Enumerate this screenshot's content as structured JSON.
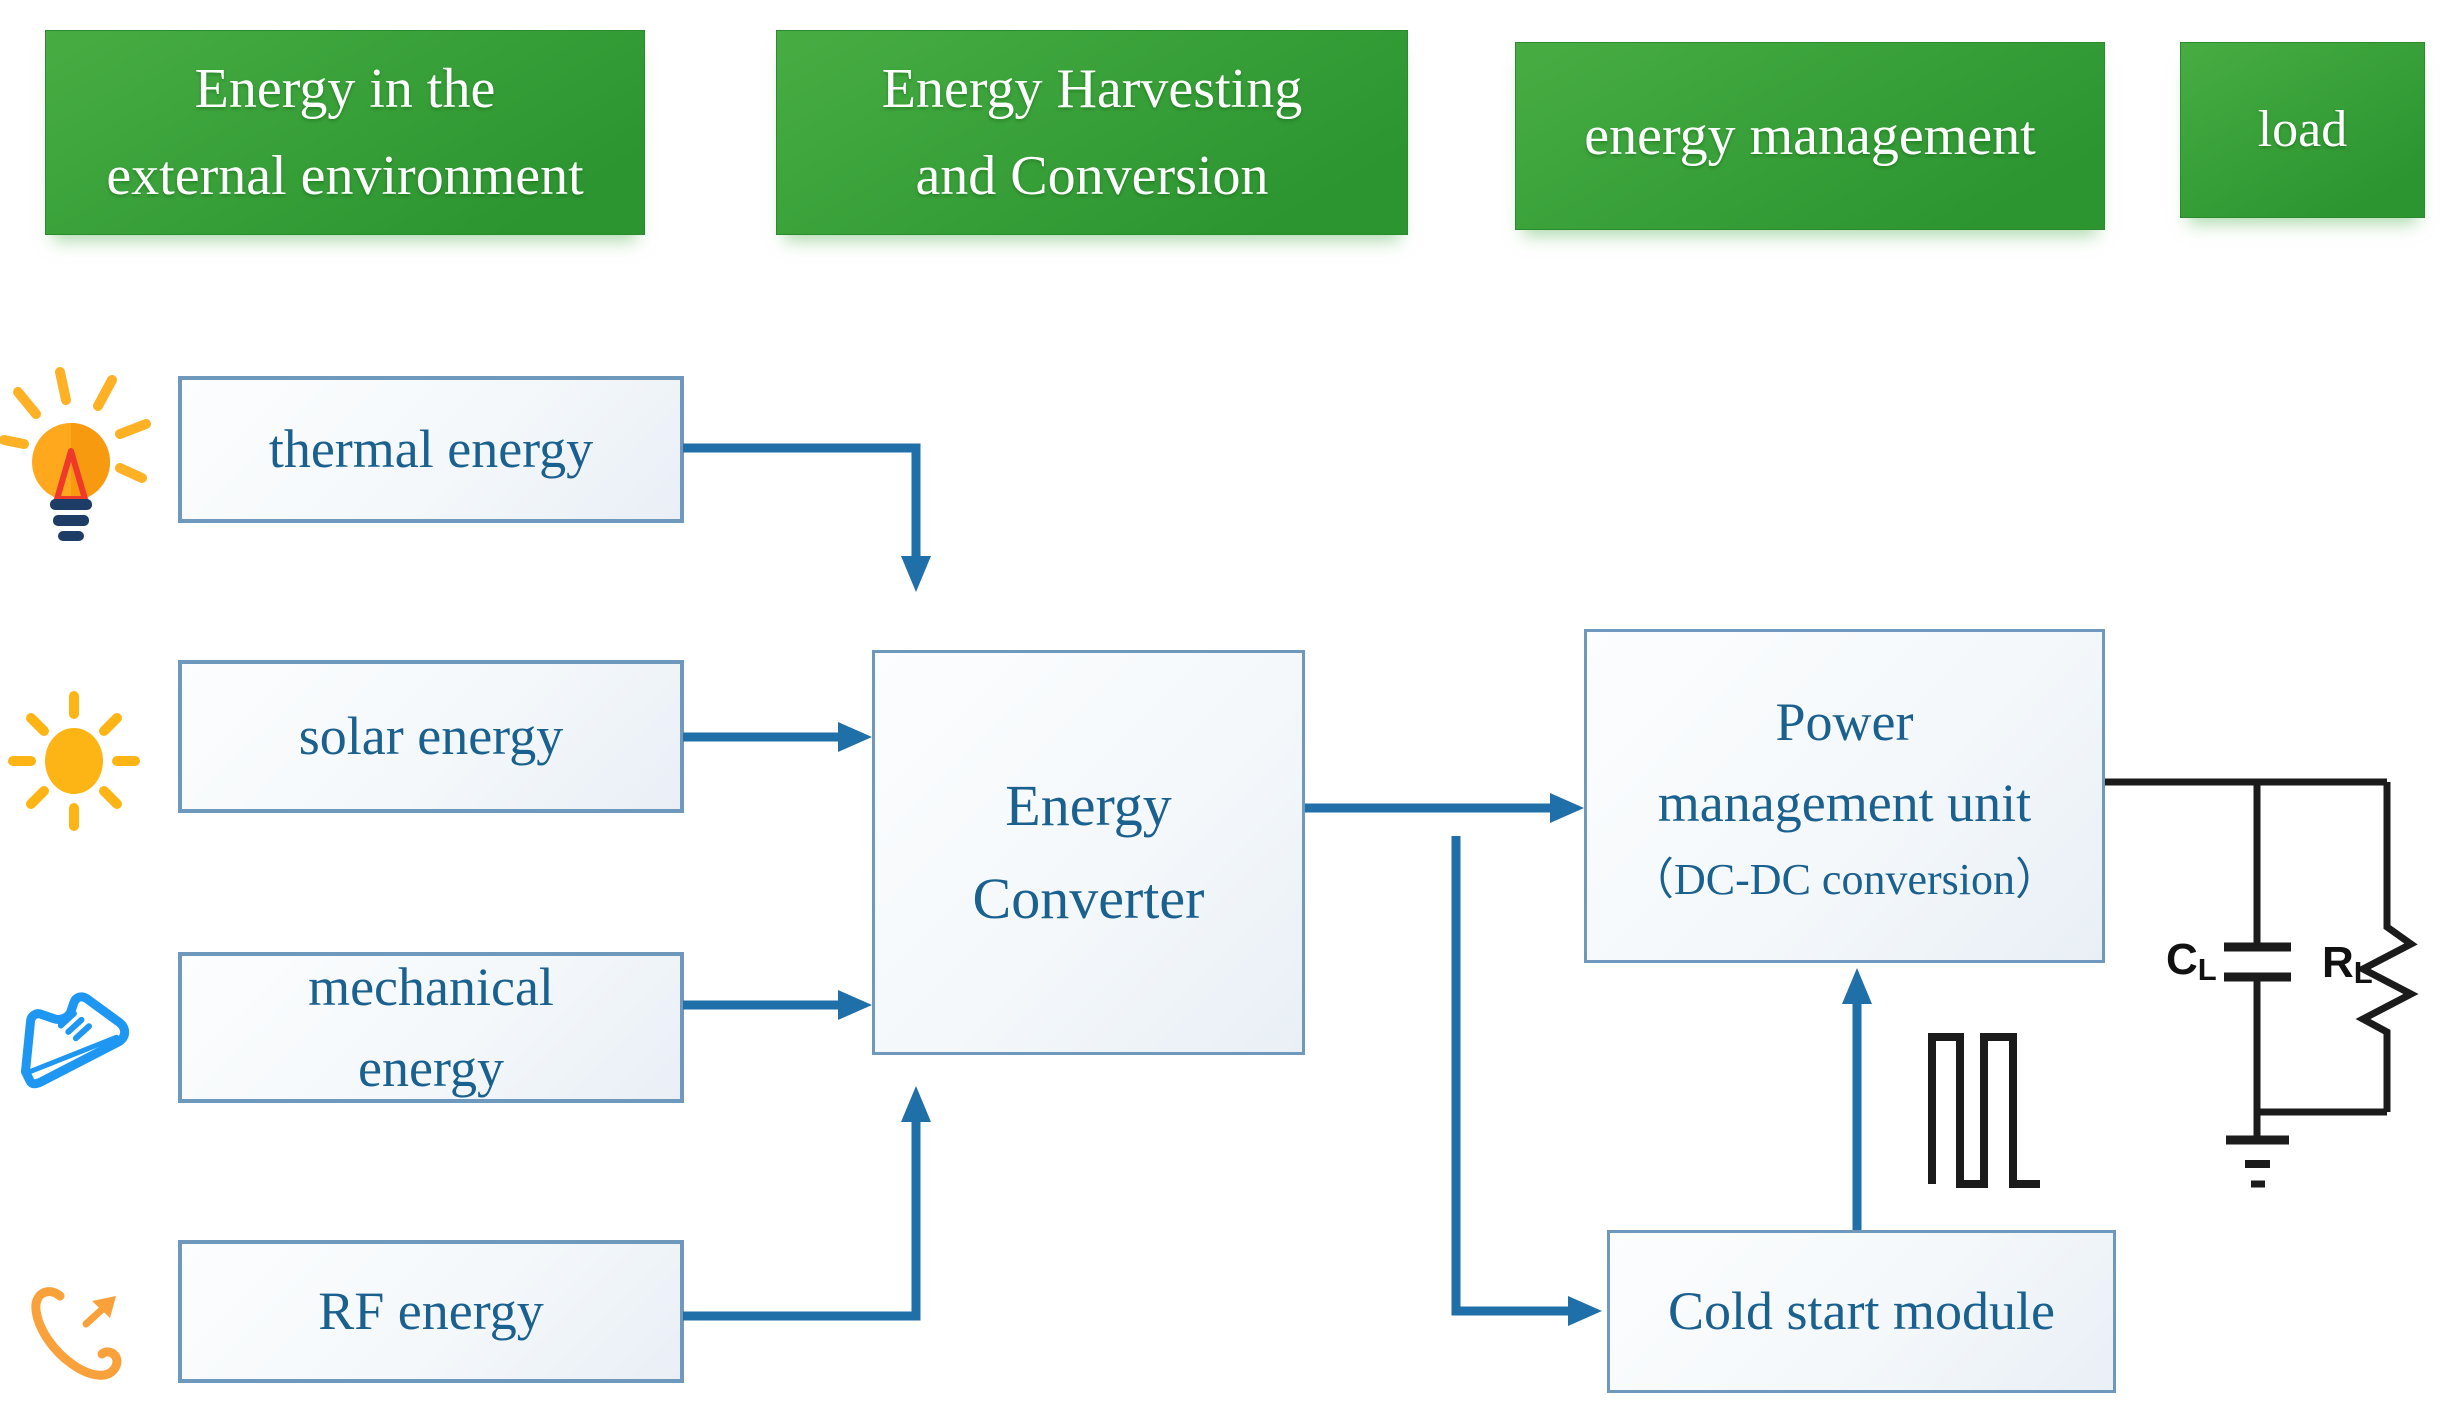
{
  "colors": {
    "header_green_light": "#47ad43",
    "header_green_dark": "#2c9530",
    "arrow_blue": "#1f6fa8",
    "box_border": "#6f98bd",
    "box_fill": "#f4f8fb",
    "text_blue": "#1b618f",
    "wire_black": "#1b1b1b",
    "bulb_orange": "#ffa81e",
    "sun_yellow": "#fdb515",
    "shoe_blue": "#1e97f3",
    "phone_orange": "#f9a13b",
    "filament_red": "#ef392b",
    "base_navy": "#1d3c66"
  },
  "headers": {
    "environment": "Energy in the\nexternal environment",
    "harvesting": "Energy Harvesting\nand Conversion",
    "management": "energy management",
    "load": "load"
  },
  "sources": {
    "thermal": "thermal energy",
    "solar": "solar energy",
    "mechanical": "mechanical\nenergy",
    "rf": "RF energy"
  },
  "converter": {
    "label": "Energy\nConverter"
  },
  "pmu": {
    "title": "Power\nmanagement unit",
    "subtitle": "（DC-DC conversion）"
  },
  "cold_start": {
    "label": "Cold start module"
  },
  "load_circuit": {
    "capacitor": "C",
    "capacitor_sub": "L",
    "resistor": "R",
    "resistor_sub": "L"
  }
}
